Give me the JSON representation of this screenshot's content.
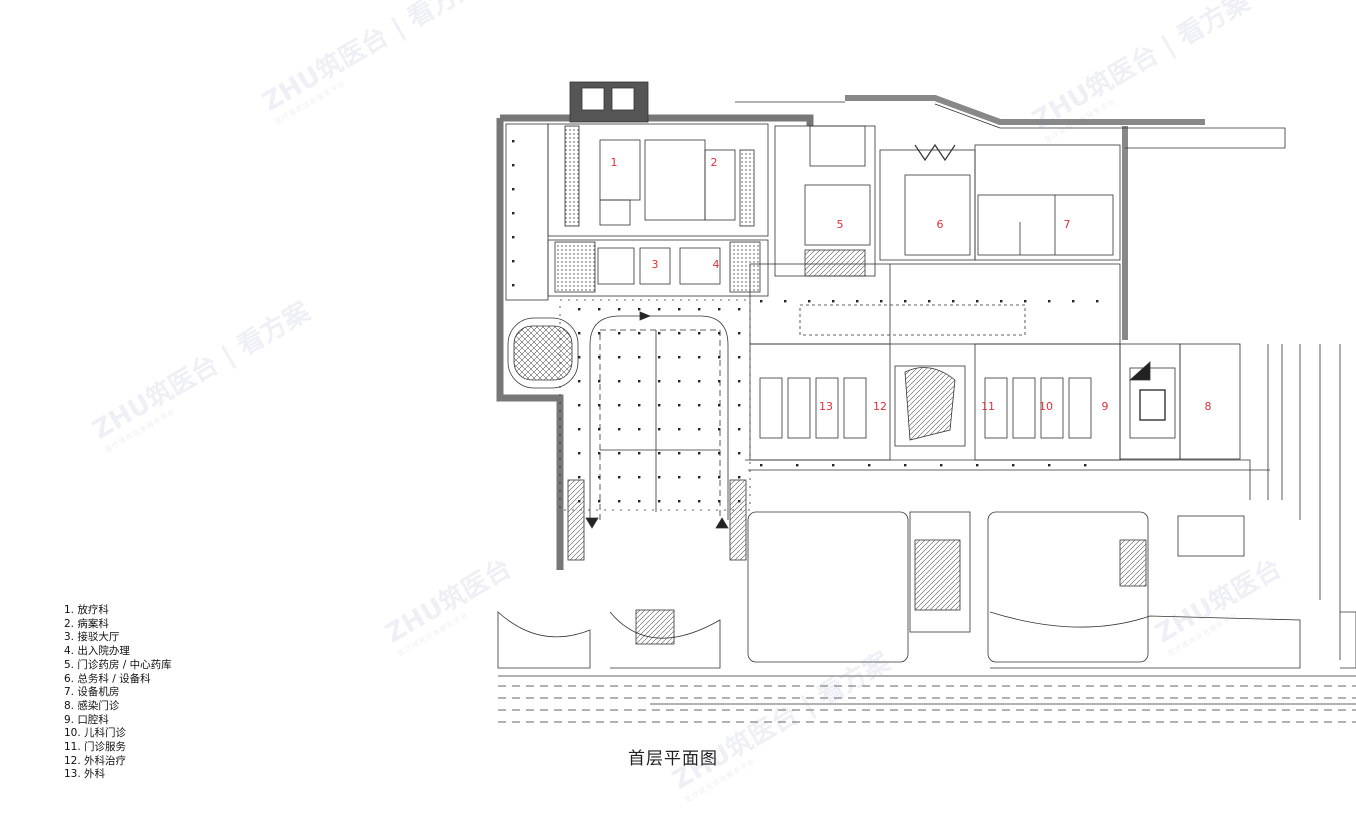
{
  "title": "首层平面图",
  "legend": [
    "1. 放疗科",
    "2. 病案科",
    "3. 接驳大厅",
    "4. 出入院办理",
    "5. 门诊药房 / 中心药库",
    "6. 总务科 / 设备科",
    "7. 设备机房",
    "8. 感染门诊",
    "9. 口腔科",
    "10. 儿科门诊",
    "11. 门诊服务",
    "12. 外科治疗",
    "13. 外科"
  ],
  "room_numbers": [
    "1",
    "2",
    "3",
    "4",
    "5",
    "6",
    "7",
    "8",
    "9",
    "10",
    "11",
    "12",
    "13"
  ],
  "watermark": {
    "brand": "ZHU筑医台",
    "slogan": "看方案",
    "tagline": "医疗建筑信息服务平台"
  },
  "colors": {
    "line": "#333333",
    "room_number": "#e0303a",
    "wall": "#888888"
  }
}
